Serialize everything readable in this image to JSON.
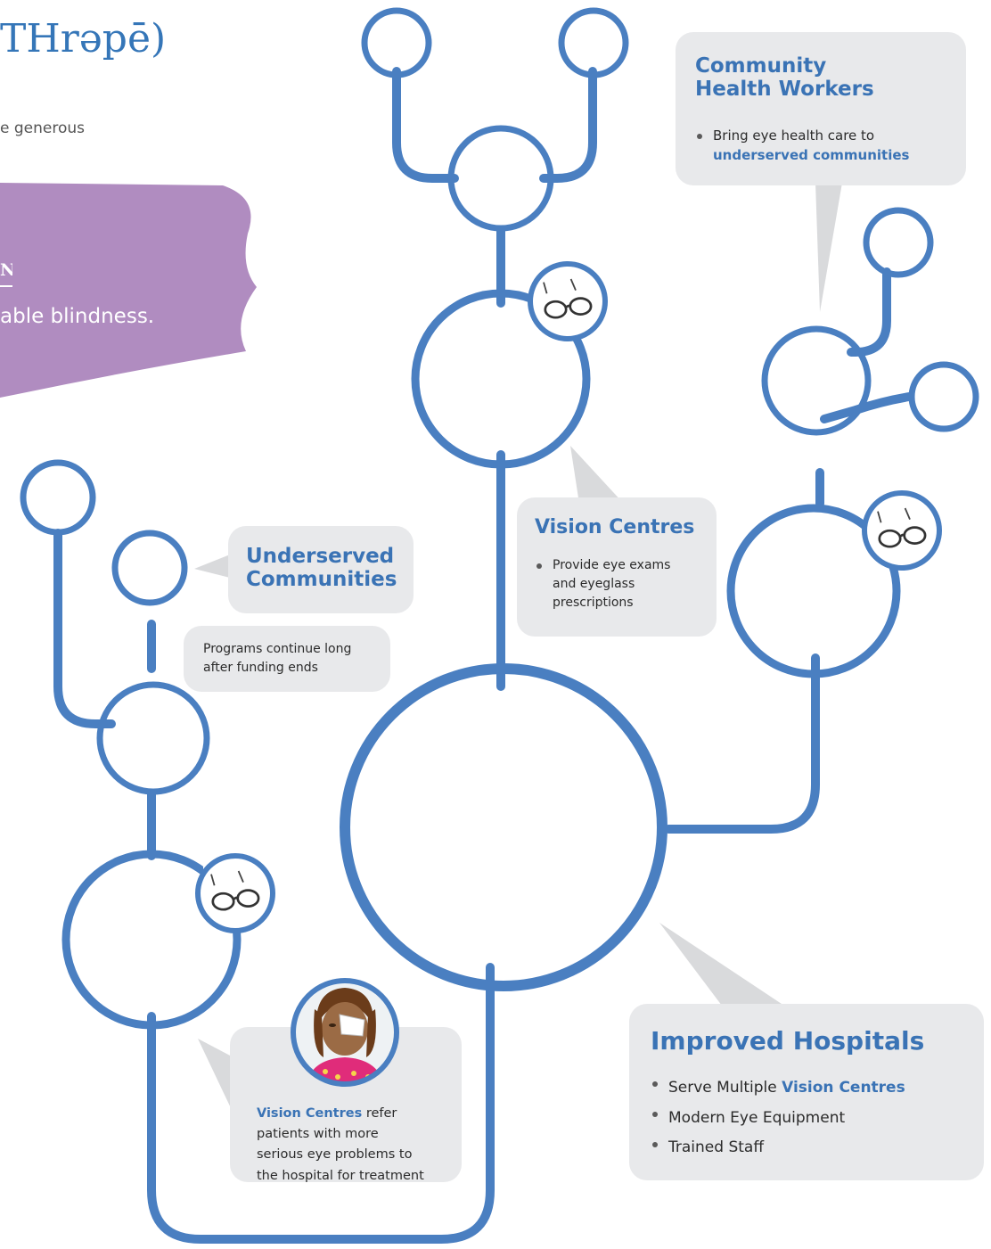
{
  "header": {
    "title_fragment": "THrəpē)",
    "subtitle_fragment": "e generous"
  },
  "mission": {
    "heading_fragment": "N",
    "text_fragment": "able blindness."
  },
  "callouts": {
    "community_health_workers": {
      "title_line1": "Community",
      "title_line2": "Health Workers",
      "bullet_text": "Bring eye health care to",
      "bullet_highlight": "underserved communities"
    },
    "vision_centres": {
      "title": "Vision Centres",
      "bullet_line1": "Provide eye exams",
      "bullet_line2": "and eyeglass",
      "bullet_line3": "prescriptions"
    },
    "underserved_communities": {
      "title_line1": "Underserved",
      "title_line2": "Communities"
    },
    "programs": {
      "line1": "Programs continue long",
      "line2": "after funding ends"
    },
    "referral": {
      "highlight": "Vision Centres",
      "line1_rest": " refer",
      "line2": "patients with more",
      "line3": "serious eye problems to",
      "line4": "the hospital for treatment"
    },
    "improved_hospitals": {
      "title": "Improved Hospitals",
      "bullets": [
        "Serve Multiple",
        "Modern Eye Equipment",
        "Trained Staff"
      ],
      "bullet1_highlight": "Vision Centres"
    }
  },
  "colors": {
    "line_blue": "#4a7fc1",
    "callout_bg": "#e8e9eb",
    "title_blue": "#3a73b5",
    "mission_purple": "#b08cc0",
    "grass": "#b5d87a",
    "sky_cloud": "#a8d8ea",
    "hospital_roof": "#e8603c",
    "hospital_h_badge": "#5a5a4a",
    "hospital_h": "#8ed14a",
    "door_red": "#e02020"
  },
  "icons": {
    "village": "village-huts-icon",
    "health_worker": "health-worker-icon",
    "vision_centre": "vision-centre-building-icon",
    "glasses": "eyeglasses-icon",
    "hospital": "hospital-icon",
    "patient": "patient-eyepatch-icon"
  }
}
